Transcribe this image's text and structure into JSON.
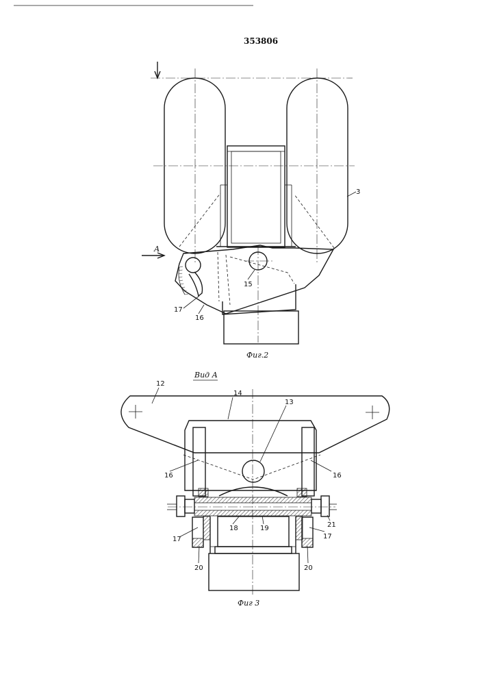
{
  "patent_number": "353806",
  "fig2": {
    "caption": "Фиг.2",
    "view_arrow_label": "А",
    "labels": {
      "l3": "3",
      "l15": "15",
      "l16": "16",
      "l17": "17"
    }
  },
  "fig3": {
    "caption": "Фиг 3",
    "view_title": "Вид А",
    "labels": {
      "l12": "12",
      "l13": "13",
      "l14": "14",
      "l16a": "16",
      "l16b": "16",
      "l17a": "17",
      "l17b": "17",
      "l18": "18",
      "l19": "19",
      "l20a": "20",
      "l20b": "20",
      "l21": "21"
    }
  }
}
